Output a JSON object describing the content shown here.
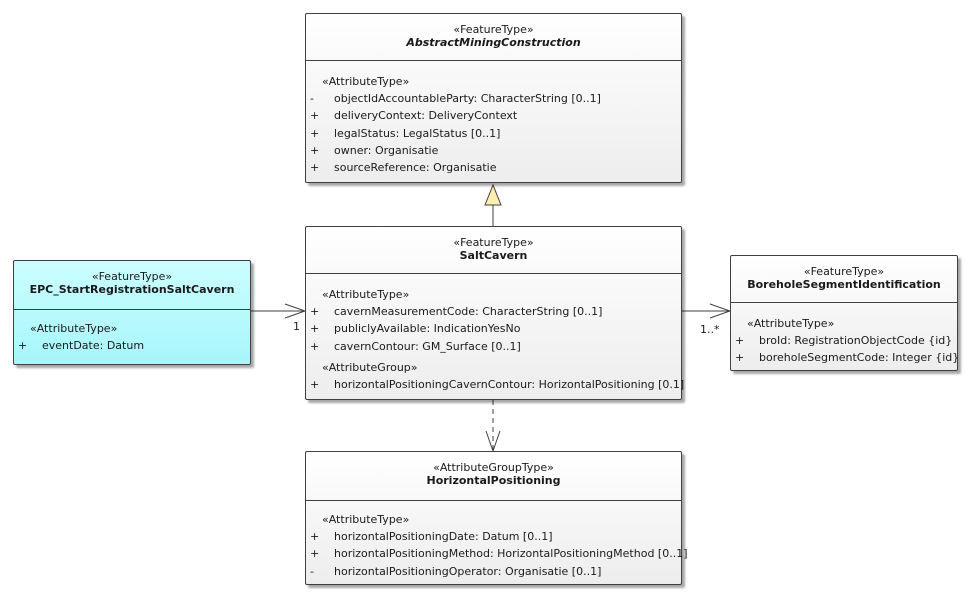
{
  "classes": {
    "abstract_mining": {
      "stereotype": "«FeatureType»",
      "name": "AbstractMiningConstruction",
      "section": "«AttributeType»",
      "attributes": [
        {
          "vis": "-",
          "text": "objectIdAccountableParty: CharacterString [0..1]"
        },
        {
          "vis": "+",
          "text": "deliveryContext: DeliveryContext"
        },
        {
          "vis": "+",
          "text": "legalStatus: LegalStatus [0..1]"
        },
        {
          "vis": "+",
          "text": "owner: Organisatie"
        },
        {
          "vis": "+",
          "text": "sourceReference: Organisatie"
        }
      ]
    },
    "salt_cavern": {
      "stereotype": "«FeatureType»",
      "name": "SaltCavern",
      "section": "«AttributeType»",
      "attributes": [
        {
          "vis": "+",
          "text": "cavernMeasurementCode: CharacterString [0..1]"
        },
        {
          "vis": "+",
          "text": "publiclyAvailable: IndicationYesNo"
        },
        {
          "vis": "+",
          "text": "cavernContour: GM_Surface [0..1]"
        }
      ],
      "section2": "«AttributeGroup»",
      "attributes2": [
        {
          "vis": "+",
          "text": "horizontalPositioningCavernContour: HorizontalPositioning [0.1]"
        }
      ]
    },
    "epc_start": {
      "stereotype": "«FeatureType»",
      "name": "EPC_StartRegistrationSaltCavern",
      "section": "«AttributeType»",
      "attributes": [
        {
          "vis": "+",
          "text": "eventDate: Datum"
        }
      ]
    },
    "borehole_segment": {
      "stereotype": "«FeatureType»",
      "name": "BoreholeSegmentIdentification",
      "section": "«AttributeType»",
      "attributes": [
        {
          "vis": "+",
          "text": "broId: RegistrationObjectCode {id}"
        },
        {
          "vis": "+",
          "text": "boreholeSegmentCode: Integer {id}"
        }
      ]
    },
    "horizontal_positioning": {
      "stereotype": "«AttributeGroupType»",
      "name": "HorizontalPositioning",
      "section": "«AttributeType»",
      "attributes": [
        {
          "vis": "+",
          "text": "horizontalPositioningDate: Datum [0..1]"
        },
        {
          "vis": "+",
          "text": "horizontalPositioningMethod: HorizontalPositioningMethod [0..1]"
        },
        {
          "vis": "-",
          "text": "horizontalPositioningOperator: Organisatie [0..1]"
        }
      ]
    }
  },
  "associations": {
    "epc_to_salt_multiplicity": "1",
    "salt_to_borehole_multiplicity": "1..*"
  }
}
